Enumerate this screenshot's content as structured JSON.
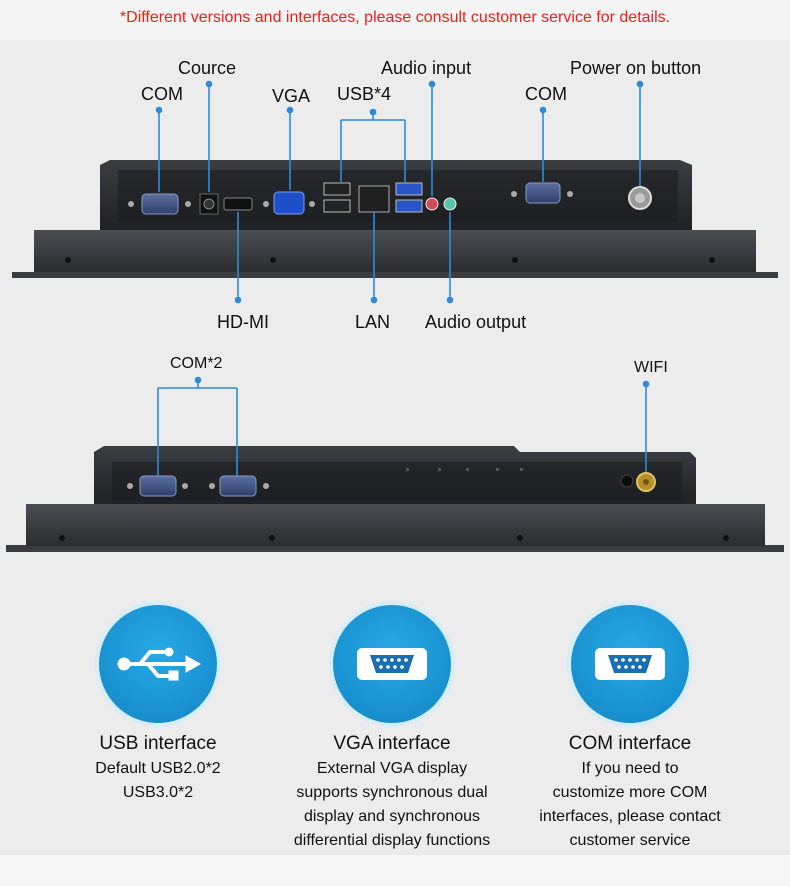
{
  "notice": "*Different versions and interfaces, please consult customer service for details.",
  "panel_top": {
    "labels": {
      "com_left": "COM",
      "cource": "Cource",
      "vga": "VGA",
      "usb": "USB*4",
      "audio_input": "Audio input",
      "com_right": "COM",
      "power_button": "Power on button",
      "hdmi": "HD-MI",
      "lan": "LAN",
      "audio_output": "Audio output"
    }
  },
  "panel_bottom": {
    "labels": {
      "com2": "COM*2",
      "wifi": "WIFI"
    }
  },
  "features": [
    {
      "icon": "usb-icon",
      "title": "USB interface",
      "lines": [
        "Default USB2.0*2",
        "USB3.0*2"
      ]
    },
    {
      "icon": "vga-connector-icon",
      "title": "VGA interface",
      "lines": [
        "External VGA display",
        "supports synchronous dual",
        "display and synchronous",
        "differential display functions"
      ]
    },
    {
      "icon": "com-connector-icon",
      "title": "COM interface",
      "lines": [
        "If you need to",
        "customize more COM",
        "interfaces, please contact",
        "customer service"
      ]
    }
  ],
  "colors": {
    "accent": "#1a94d4",
    "notice": "#e8231a",
    "panel": "#2a2c30",
    "leader_line": "#2e8ad8"
  }
}
